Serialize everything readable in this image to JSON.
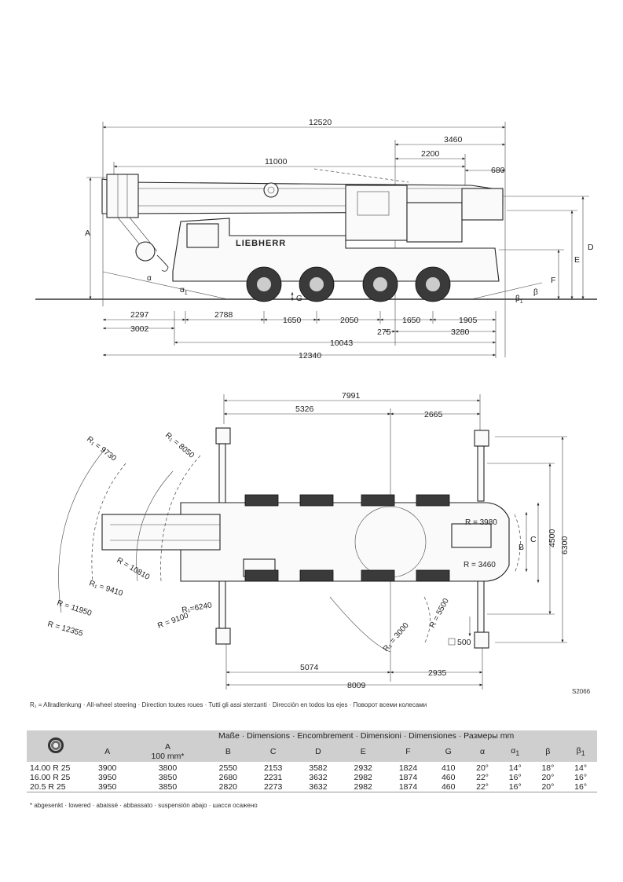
{
  "side_view": {
    "dims": {
      "d12520": "12520",
      "d3460": "3460",
      "d11000": "11000",
      "d2200": "2200",
      "d680": "680",
      "d2297": "2297",
      "d2788": "2788",
      "d1650a": "1650",
      "d2050": "2050",
      "d1650b": "1650",
      "d1905": "1905",
      "d3002": "3002",
      "d275": "275",
      "d3280": "3280",
      "d10043": "10043",
      "d12340": "12340"
    },
    "letters": {
      "A": "A",
      "D": "D",
      "E": "E",
      "F": "F",
      "G": "G",
      "alpha": "α",
      "alpha1": "α",
      "alpha1_sub": "1",
      "beta": "β",
      "beta1": "β",
      "beta1_sub": "1"
    },
    "brand": "LIEBHERR"
  },
  "top_view": {
    "dims": {
      "d7991": "7991",
      "d5326": "5326",
      "d2665": "2665",
      "d5074": "5074",
      "d2935": "2935",
      "d8009": "8009",
      "d4500": "4500",
      "d6300": "6300",
      "d500": "500"
    },
    "letters": {
      "B": "B",
      "C": "C"
    },
    "radii": {
      "r9730": "R₁ = 9730",
      "r8050": "R₁ = 8050",
      "r3980": "R = 3980",
      "r3460": "R = 3460",
      "r10810": "R = 10810",
      "r9410": "R₁ = 9410",
      "r11950": "R = 11950",
      "r12355": "R = 12355",
      "r6240": "R₁=6240",
      "r9100": "R = 9100",
      "r5500": "R = 5500",
      "r3000": "R₁ = 3000"
    }
  },
  "drawing_code": "S2066",
  "legend": "R₁ =  Allradlenkung · All-wheel steering · Direction toutes roues · Tutti gli assi sterzanti · Dirección en todos los ejes · Поворот всеми колесами",
  "table": {
    "heading": "Maße · Dimensions · Encombrement · Dimensioni · Dimensiones · Размеры mm",
    "columns": [
      "A",
      "A",
      "B",
      "C",
      "D",
      "E",
      "F",
      "G",
      "α",
      "α",
      "β",
      "β"
    ],
    "col_subscripts": [
      "",
      "",
      "",
      "",
      "",
      "",
      "",
      "",
      "",
      "1",
      "",
      "1"
    ],
    "a_lowered_note": "100 mm*",
    "rows": [
      {
        "tire": "14.00 R 25",
        "values": [
          "3900",
          "3800",
          "2550",
          "2153",
          "3582",
          "2932",
          "1824",
          "410",
          "20°",
          "14°",
          "18°",
          "14°"
        ]
      },
      {
        "tire": "16.00 R 25",
        "values": [
          "3950",
          "3850",
          "2680",
          "2231",
          "3632",
          "2982",
          "1874",
          "460",
          "22°",
          "16°",
          "20°",
          "16°"
        ]
      },
      {
        "tire": "20.5   R 25",
        "values": [
          "3950",
          "3850",
          "2820",
          "2273",
          "3632",
          "2982",
          "1874",
          "460",
          "22°",
          "16°",
          "20°",
          "16°"
        ]
      }
    ],
    "footnote": "* abgesenkt · lowered · abaissé · abbassato · suspensión abajo · шасси осажено"
  }
}
